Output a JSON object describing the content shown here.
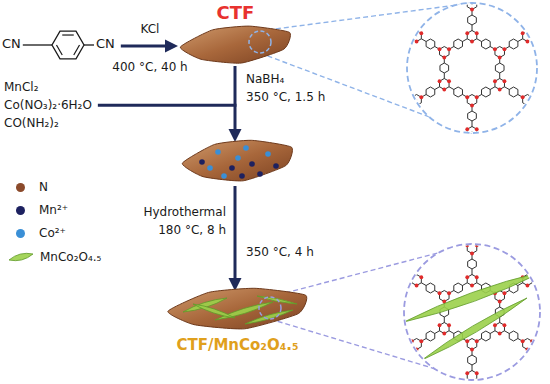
{
  "diagram": {
    "nodes": [
      {
        "text": [
          "CTF"
        ]
      },
      {
        "text": [
          "CTF/MnCo₂O₄.₅"
        ]
      }
    ],
    "labels": [
      "CN",
      "CN",
      "KCl",
      "400 °C, 40 h",
      "NaBH₄",
      "350 °C, 1.5 h",
      "MnCl₂",
      "Co(NO₃)₂·6H₂O",
      "CO(NH₂)₂",
      "Hydrothermal",
      "180 °C, 8 h",
      "350 °C, 4 h"
    ],
    "legend": [
      {
        "text": "N",
        "color": "#8b4a2b"
      },
      {
        "text": "Mn²⁺",
        "color": "#1d2160"
      },
      {
        "text": "Co²⁺",
        "color": "#3a8fd6"
      },
      {
        "text": "MnCo₂O₄.₅"
      }
    ]
  }
}
